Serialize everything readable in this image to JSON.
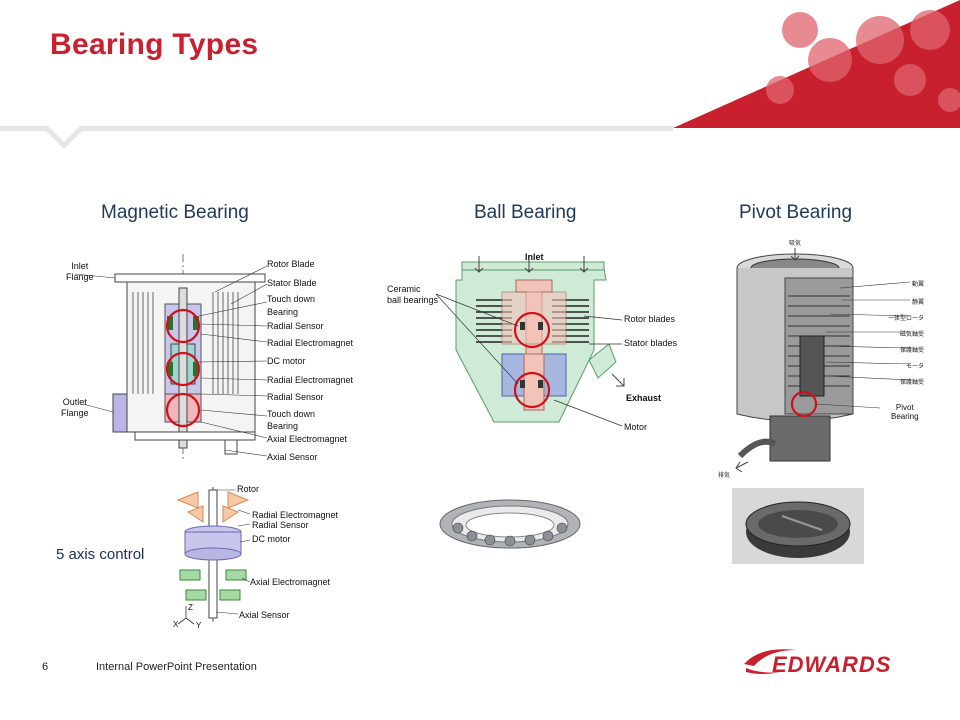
{
  "slide": {
    "title": "Bearing Types",
    "page_number": "6",
    "footer_text": "Internal PowerPoint Presentation",
    "brand": "EDWARDS",
    "accent_color": "#c8202f",
    "heading_color": "#203a5c"
  },
  "sections": {
    "magnetic": {
      "heading": "Magnetic Bearing",
      "left_labels": [
        "Inlet\nFlange",
        "Outlet\nFlange"
      ],
      "inlet_flange": "Inlet",
      "inlet_flange_2": "Flange",
      "outlet_flange": "Outlet",
      "outlet_flange_2": "Flange",
      "right_labels": [
        "Rotor Blade",
        "Stator Blade",
        "Touch down",
        "Bearing",
        "Radial Sensor",
        "Radial Electromagnet",
        "DC motor",
        "Radial Electromagnet",
        "Radial Sensor",
        "Touch down",
        "Bearing",
        "Axial Electromagnet",
        "Axial Sensor"
      ],
      "axis_labels": [
        "Rotor",
        "Radial Electromagnet",
        "Radial Sensor",
        "DC motor",
        "Axial Electromagnet",
        "Axial Sensor"
      ],
      "axis_caption": "5 axis control",
      "coord_x": "X",
      "coord_y": "Y",
      "coord_z": "Z"
    },
    "ball": {
      "heading": "Ball Bearing",
      "inlet": "Inlet",
      "ceramic_1": "Ceramic",
      "ceramic_2": "ball bearings",
      "rotor_blades": "Rotor blades",
      "stator_blades": "Stator blades",
      "exhaust": "Exhaust",
      "motor": "Motor"
    },
    "pivot": {
      "heading": "Pivot Bearing",
      "inlet_jp": "吸気",
      "exhaust_jp": "排気",
      "jp_labels": [
        "動翼",
        "静翼",
        "一体型ロータ",
        "磁気軸受",
        "保護軸受",
        "モータ",
        "保護軸受"
      ],
      "pivot_1": "Pivot",
      "pivot_2": "Bearing"
    }
  }
}
